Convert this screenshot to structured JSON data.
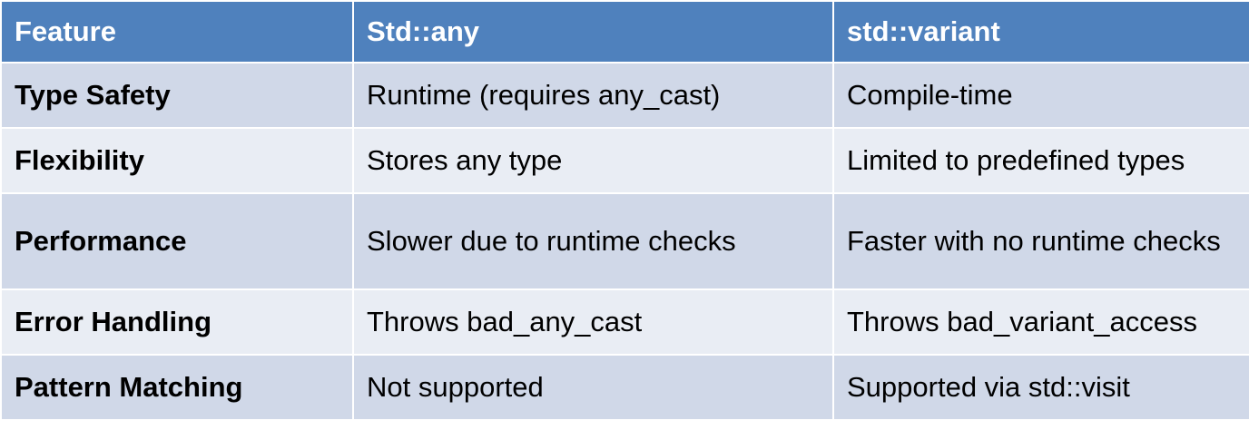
{
  "table": {
    "headers": [
      "Feature",
      "Std::any",
      "std::variant"
    ],
    "rows": [
      [
        "Type Safety",
        "Runtime (requires any_cast)",
        "Compile-time"
      ],
      [
        "Flexibility",
        "Stores any type",
        "Limited to predefined types"
      ],
      [
        "Performance",
        "Slower due to runtime checks",
        "Faster with no runtime checks"
      ],
      [
        "Error Handling",
        "Throws bad_any_cast",
        "Throws bad_variant_access"
      ],
      [
        "Pattern Matching",
        "Not supported",
        "Supported via std::visit"
      ]
    ]
  },
  "colors": {
    "header_bg": "#4f81bd",
    "row_odd_bg": "#d0d8e8",
    "row_even_bg": "#e9edf4",
    "header_text": "#ffffff",
    "body_text": "#000000"
  }
}
